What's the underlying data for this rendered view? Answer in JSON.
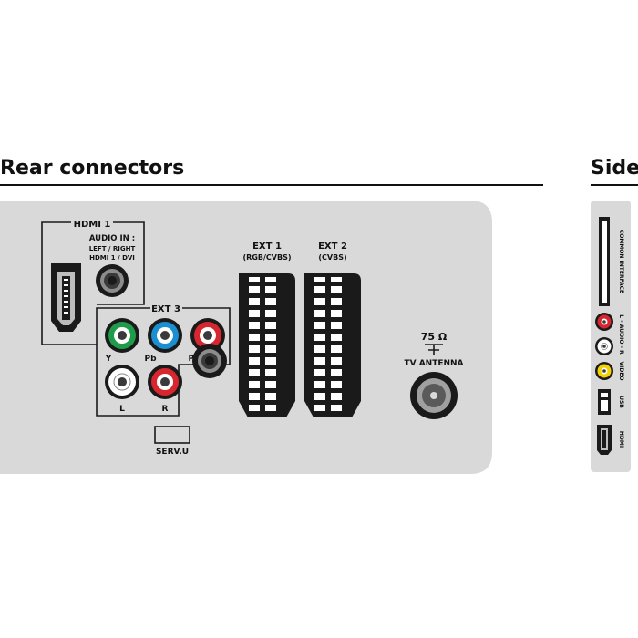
{
  "headings": {
    "rear": "Rear connectors",
    "side": "Side"
  },
  "rear_labels": {
    "hdmi1": "HDMI 1",
    "audio_in": "AUDIO IN :",
    "audio_lr": "LEFT / RIGHT",
    "audio_hdmi_dvi": "HDMI 1 / DVI",
    "ext3": "EXT 3",
    "y": "Y",
    "pb": "Pb",
    "pr": "Pr",
    "l": "L",
    "r": "R",
    "serv_u": "SERV.U",
    "ext1": "EXT 1",
    "ext1_sub": "(RGB/CVBS)",
    "ext2": "EXT 2",
    "ext2_sub": "(CVBS)",
    "ohm": "75 Ω",
    "tv_antenna": "TV ANTENNA"
  },
  "side_labels": {
    "common_interface": "COMMON INTERFACE",
    "audio": "L - AUDIO - R",
    "video": "VIDEO",
    "usb": "USB",
    "hdmi": "HDMI"
  },
  "colors": {
    "panel": "#d9d9d9",
    "green": "#1f9c4a",
    "blue": "#1c8fd0",
    "red": "#d8262e",
    "yellow": "#f2d200",
    "white_jack": "#ffffff",
    "dark": "#1a1a1a"
  }
}
